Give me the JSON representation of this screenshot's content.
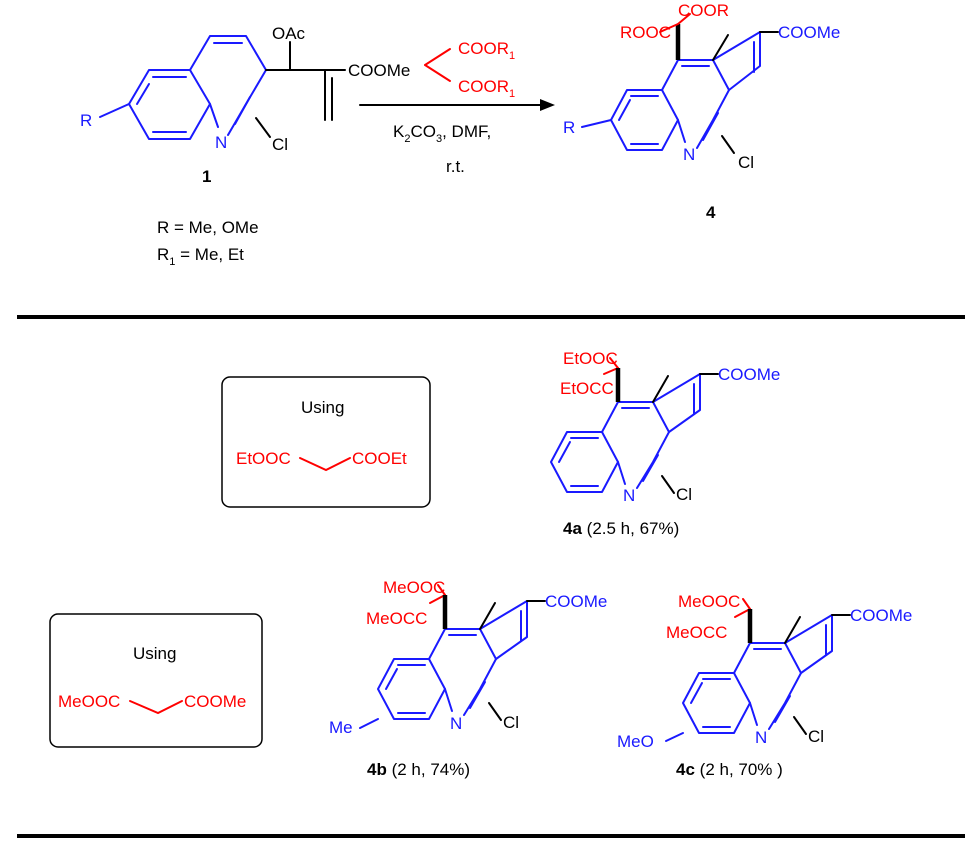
{
  "scheme": {
    "reactant": {
      "number": "1",
      "substituent": "R",
      "oac": "OAc",
      "ester": "COOMe",
      "n_atom": "N",
      "cl": "Cl"
    },
    "malonate": {
      "ester_top": "COOR",
      "ester_bottom": "COOR",
      "subscript": "1"
    },
    "conditions": {
      "base": "K",
      "base_sub": "2",
      "base_rest": "CO",
      "base_sub2": "3",
      "solvent": ", DMF,",
      "temperature": "r.t."
    },
    "product": {
      "number": "4",
      "substituent": "R",
      "ester_left": "ROOC",
      "ester_top": "COOR",
      "ester_right": "COOMe",
      "n_atom": "N",
      "cl": "Cl"
    },
    "definitions": {
      "r_line": "R = Me, OMe",
      "r1_prefix": "R",
      "r1_sub": "1",
      "r1_rest": " = Me, Et"
    }
  },
  "examples": [
    {
      "using_label": "Using",
      "reagent_left": "EtOOC",
      "reagent_right": "COOEt",
      "products": [
        {
          "id": "4a",
          "conditions": "(2.5 h,  67%)",
          "ester_top": "EtOOC",
          "ester_left": "EtOCC",
          "ester_right": "COOMe",
          "substituent": "",
          "n_atom": "N",
          "cl": "Cl"
        }
      ]
    },
    {
      "using_label": "Using",
      "reagent_left": "MeOOC",
      "reagent_right": "COOMe",
      "products": [
        {
          "id": "4b",
          "conditions": "(2 h,  74%)",
          "ester_top": "MeOOC",
          "ester_left": "MeOCC",
          "ester_right": "COOMe",
          "substituent": "Me",
          "n_atom": "N",
          "cl": "Cl"
        },
        {
          "id": "4c",
          "conditions": "(2 h,  70% )",
          "ester_top": "MeOOC",
          "ester_left": "MeOCC",
          "ester_right": "COOMe",
          "substituent": "MeO",
          "n_atom": "N",
          "cl": "Cl"
        }
      ]
    }
  ]
}
